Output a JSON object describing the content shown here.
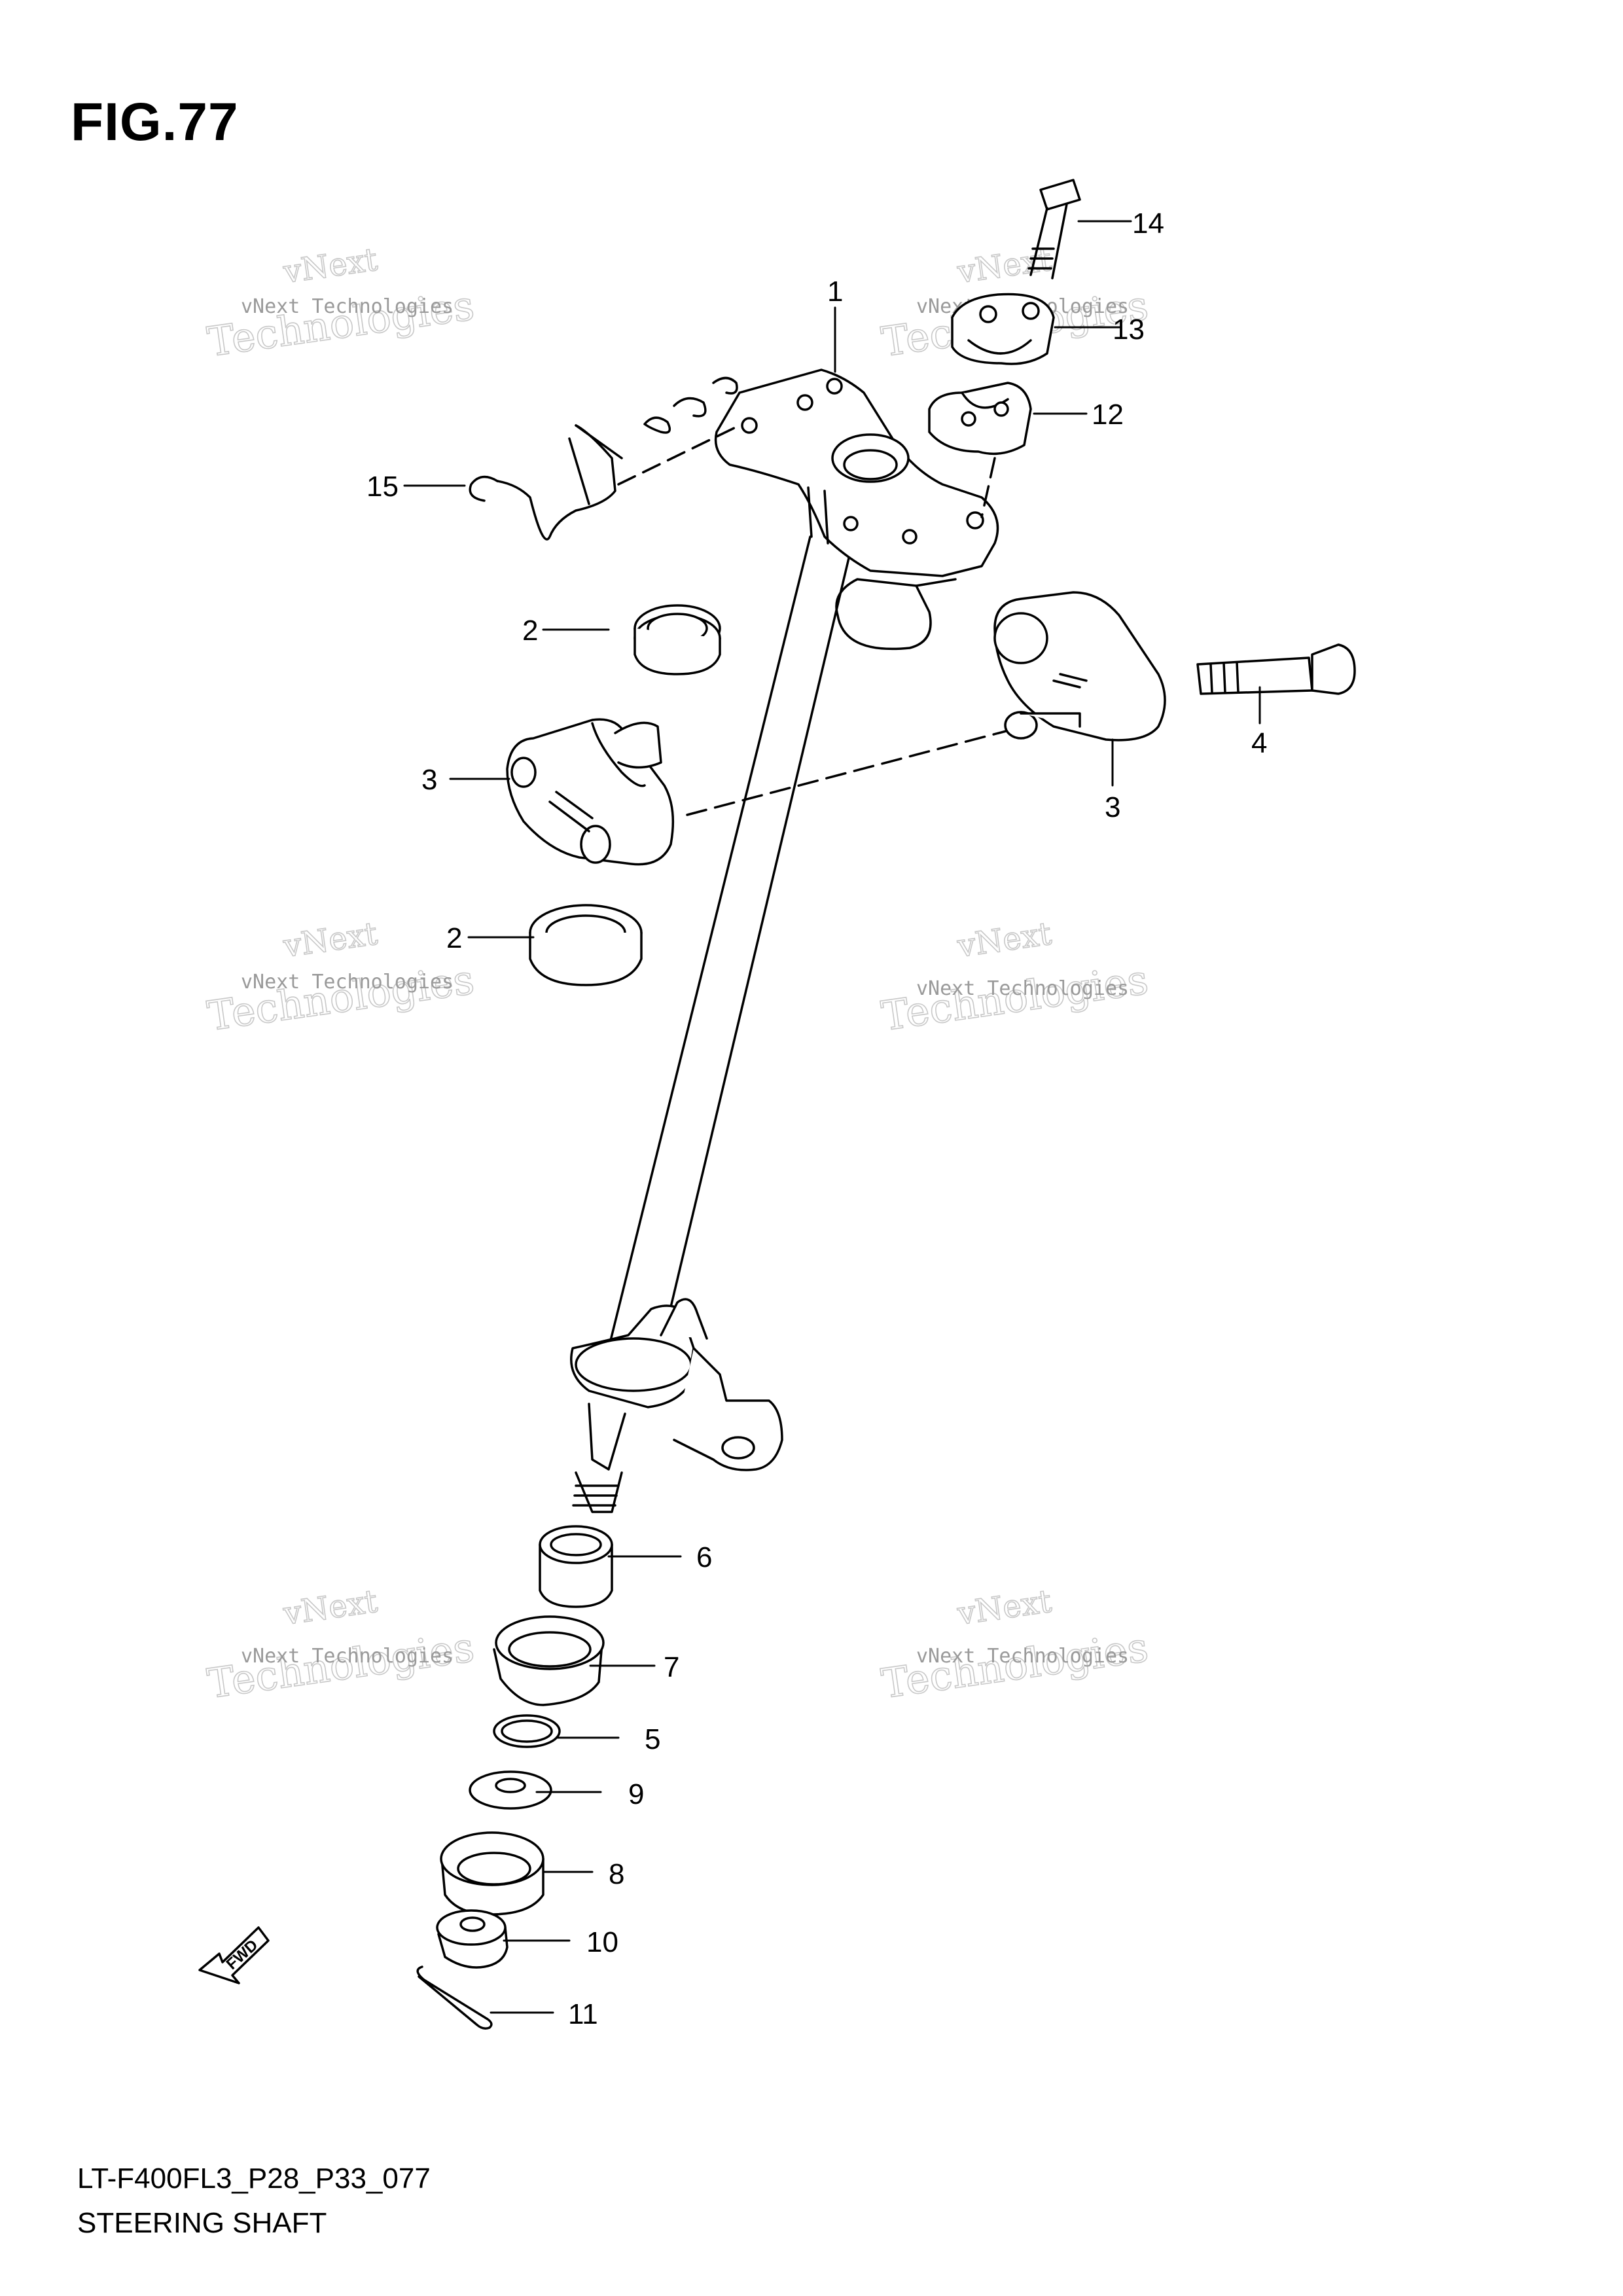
{
  "figure": {
    "title": "FIG.77",
    "code": "LT-F400FL3_P28_P33_077",
    "caption": "STEERING SHAFT"
  },
  "callouts": [
    "1",
    "2",
    "2",
    "3",
    "3",
    "4",
    "5",
    "6",
    "7",
    "8",
    "9",
    "10",
    "11",
    "12",
    "13",
    "14",
    "15"
  ],
  "watermark": {
    "line_small": "vNext Technologies",
    "line_top": "vNext",
    "line_bottom": "Technologies"
  },
  "fwd_label": "FWD"
}
